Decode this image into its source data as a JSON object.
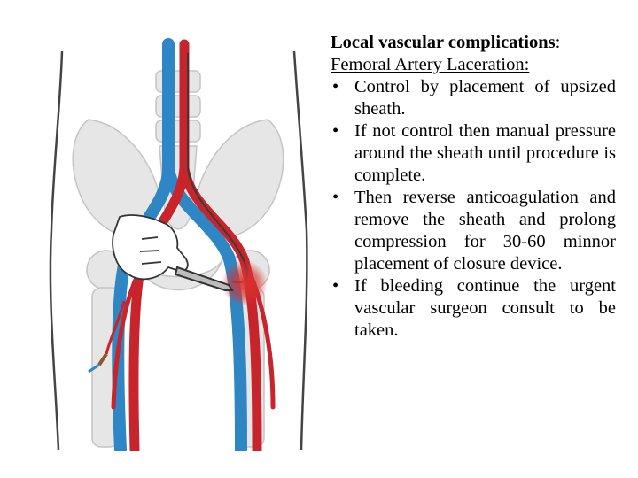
{
  "heading": {
    "bold": "Local vascular complications",
    "suffix": ":"
  },
  "subheading": "Femoral Artery Laceration:",
  "bullets": [
    "Control by placement of upsized sheath.",
    "If not control then manual pressure around the sheath until procedure is complete.",
    "Then reverse anticoagulation and remove the sheath and prolong compression for 30-60 minnor placement of closure device.",
    "If bleeding continue the urgent vascular surgeon consult to be taken."
  ],
  "colors": {
    "artery": "#c8242c",
    "vein": "#2f86c4",
    "bleed": "#d8322e",
    "bone": "#d9d9d9",
    "outline": "#555555"
  }
}
